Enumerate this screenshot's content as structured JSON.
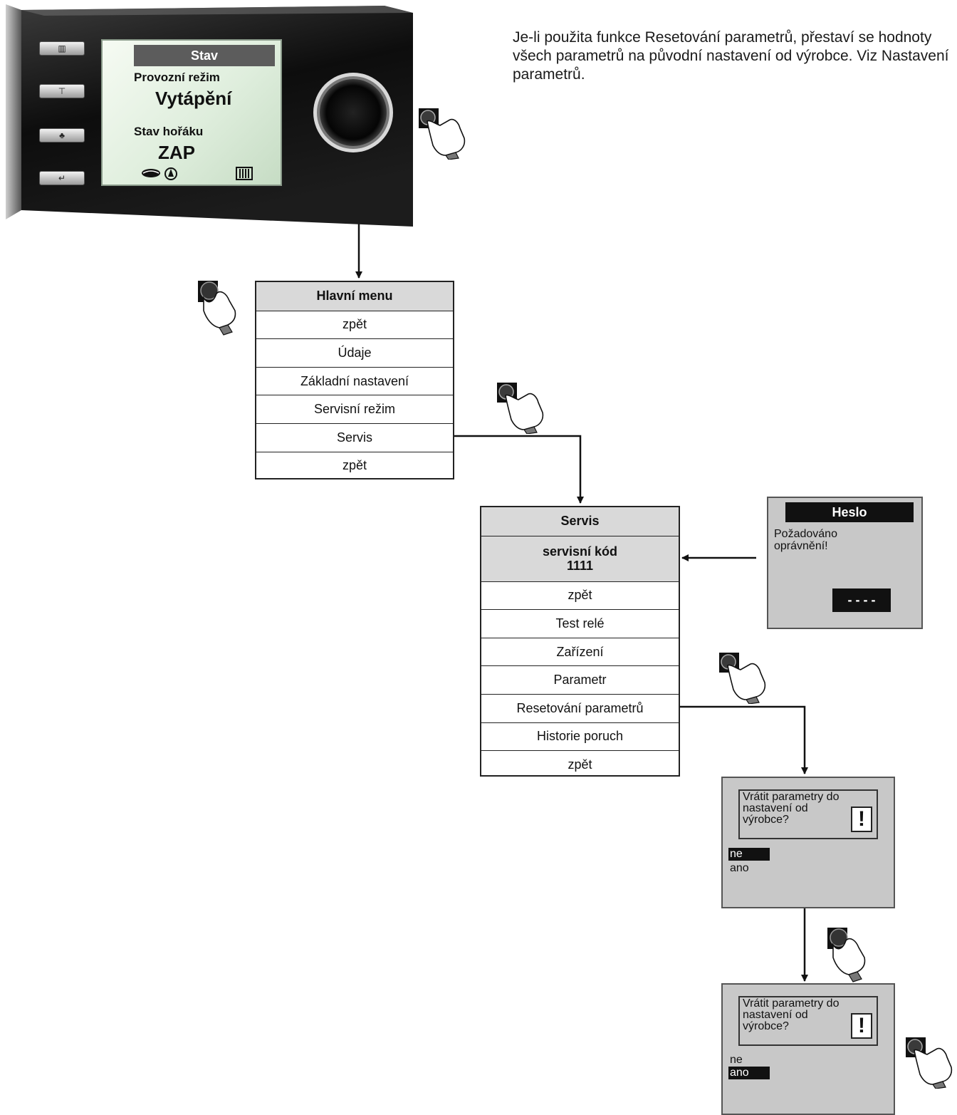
{
  "description": "Je-li použita funkce Resetování parametrů, přestaví se hodnoty všech parametrů na původní nastavení od výrobce. Viz Nastavení parametrů.",
  "device": {
    "screen_title": "Stav",
    "label1": "Provozní režim",
    "value1": "Vytápění",
    "label2": "Stav hořáku",
    "value2": "ZAP"
  },
  "main_menu": {
    "title": "Hlavní menu",
    "items": [
      "zpět",
      "Údaje",
      "Základní nastavení",
      "Servisní režim",
      "Servis",
      "zpět"
    ]
  },
  "service_menu": {
    "title": "Servis",
    "code_label": "servisní kód",
    "code_value": "1111",
    "items": [
      "zpět",
      "Test relé",
      "Zařízení",
      "Parametr",
      "Resetování parametrů",
      "Historie poruch",
      "zpět"
    ]
  },
  "password_dialog": {
    "title": "Heslo",
    "message": "Požadováno oprávnění!",
    "input_value": "- - - -"
  },
  "reset_dialog_1": {
    "message": "Vrátit parametry do nastavení od výrobce?",
    "option_no": "ne",
    "option_yes": "ano",
    "selected": "ne"
  },
  "reset_dialog_2": {
    "message": "Vrátit parametry do nastavení od výrobce?",
    "option_no": "ne",
    "option_yes": "ano",
    "selected": "ano"
  }
}
